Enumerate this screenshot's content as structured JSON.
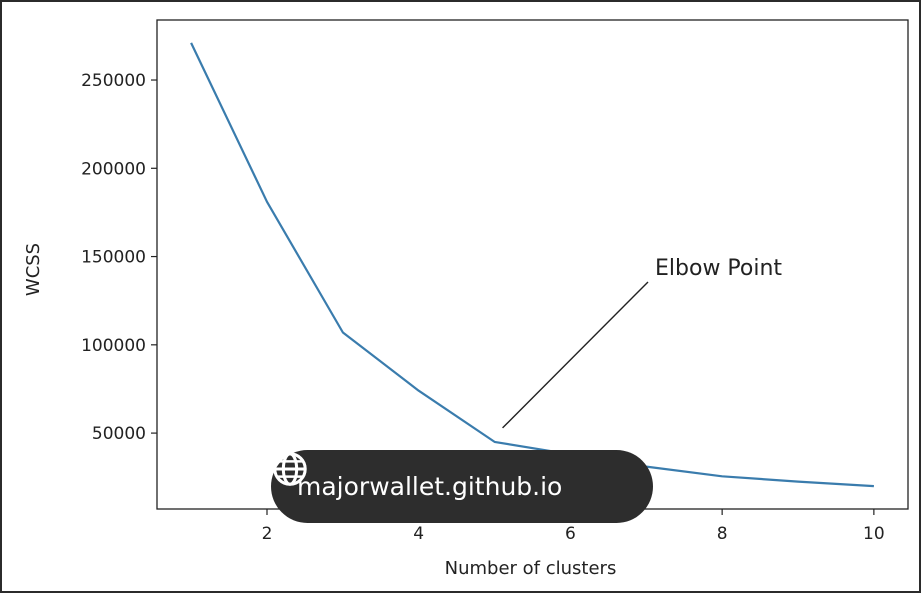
{
  "chart_data": {
    "type": "line",
    "title": "",
    "xlabel": "Number of clusters",
    "ylabel": "WCSS",
    "x": [
      1,
      2,
      3,
      4,
      5,
      6,
      7,
      8,
      9,
      10
    ],
    "series": [
      {
        "values": [
          271000,
          181000,
          107000,
          74000,
          45000,
          38000,
          31000,
          25500,
          22500,
          20000
        ]
      }
    ],
    "xlim": [
      0.55,
      10.45
    ],
    "ylim": [
      7000,
      284000
    ],
    "xticks": [
      "2",
      "4",
      "6",
      "8",
      "10"
    ],
    "yticks": [
      "50000",
      "100000",
      "150000",
      "200000",
      "250000"
    ],
    "annotation": {
      "text": "Elbow Point",
      "x": 5,
      "y": 45000
    },
    "line_color": "#3a7cad",
    "grid": false,
    "legend": "none"
  },
  "badge": {
    "text": "majorwallet.github.io",
    "icon": "globe-icon"
  }
}
